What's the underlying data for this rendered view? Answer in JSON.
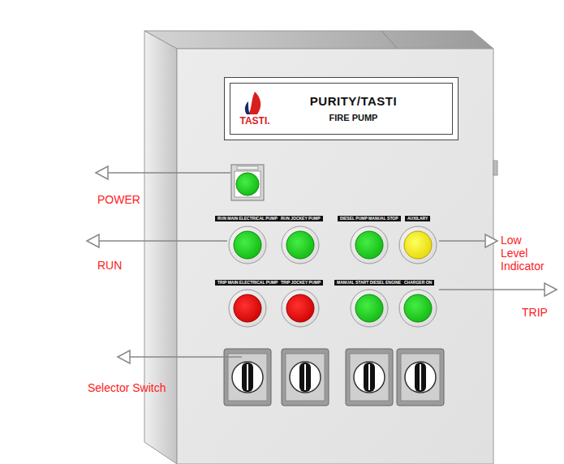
{
  "diagram": {
    "nodes": [
      {
        "text": [
          "TASTI.",
          "PURITY/TASTI",
          "FIRE PUMP"
        ]
      },
      {
        "text": [
          "RUN MAIN ELECTRICAL PUMP"
        ]
      },
      {
        "text": [
          "RUN JOCKEY PUMP"
        ]
      },
      {
        "text": [
          "DIESEL PUMP MANUAL STOP"
        ]
      },
      {
        "text": [
          "AUXILARY"
        ]
      },
      {
        "text": [
          "TRIP MAIN ELECTRICAL PUMP"
        ]
      },
      {
        "text": [
          "TRIP JOCKEY PUMP"
        ]
      },
      {
        "text": [
          "MANUAL START DIESEL ENGINE"
        ]
      },
      {
        "text": [
          "CHARGER ON"
        ]
      }
    ],
    "labels": [
      "POWER",
      "RUN",
      "Low Level Indicator",
      "TRIP",
      "Selector Switch"
    ]
  }
}
